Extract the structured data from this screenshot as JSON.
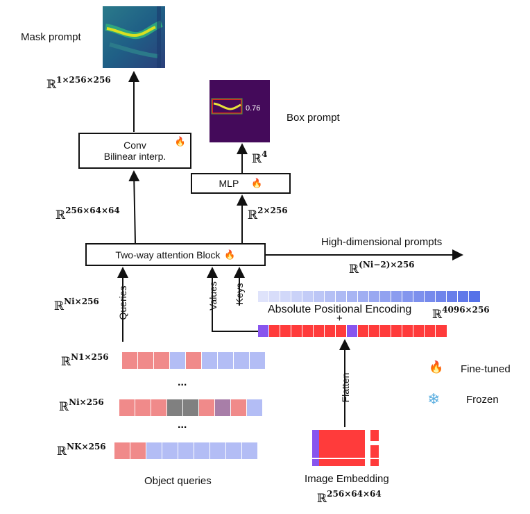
{
  "mask_prompt": {
    "label": "Mask prompt",
    "dim": "ℝ",
    "dim_sup": "1×256×256"
  },
  "box_prompt": {
    "label": "Box prompt",
    "score": "0.76",
    "dim": "ℝ",
    "dim_sup": "4"
  },
  "conv_block": {
    "line1": "Conv",
    "line2": "Bilinear interp.",
    "icon": "fire-icon"
  },
  "mlp_block": {
    "label": "MLP",
    "icon": "fire-icon"
  },
  "attention_block": {
    "label": "Two-way attention Block",
    "icon": "fire-icon"
  },
  "dims": {
    "conv_in": {
      "base": "ℝ",
      "sup": "256×64×64"
    },
    "mlp_in": {
      "base": "ℝ",
      "sup": "2×256"
    },
    "queries": {
      "base": "ℝ",
      "sup": "Ni×256"
    },
    "high_dim": {
      "base": "ℝ",
      "sup": "(Ni−2)×256"
    },
    "pos_enc": {
      "base": "ℝ",
      "sup": "4096×256"
    },
    "image_emb": {
      "base": "ℝ",
      "sup": "256×64×64"
    },
    "row1": {
      "base": "ℝ",
      "sup": "N1×256"
    },
    "rowi": {
      "base": "ℝ",
      "sup": "Ni×256"
    },
    "rowK": {
      "base": "ℝ",
      "sup": "NK×256"
    }
  },
  "high_dim_label": "High-dimensional prompts",
  "arrow_labels": {
    "queries": "Queries",
    "values": "Values",
    "keys": "Keys",
    "flatten": "Flatten"
  },
  "pos_enc_label": "Absolute Positional Encoding",
  "plus": "+",
  "ellipsis": "...",
  "object_queries_label": "Object queries",
  "image_embedding_label": "Image Embedding",
  "legend": [
    {
      "icon": "fire-icon",
      "glyph": "🔥",
      "label": "Fine-tuned"
    },
    {
      "icon": "snowflake-icon",
      "glyph": "❄",
      "label": "Frozen"
    }
  ],
  "colors": {
    "red": "#ff3b3b",
    "pink": "#f08a8a",
    "lavender": "#b3bdf5",
    "gray": "#808080",
    "mauve": "#a87ea8",
    "purple": "#8855ee",
    "blue": "#5577ee"
  }
}
